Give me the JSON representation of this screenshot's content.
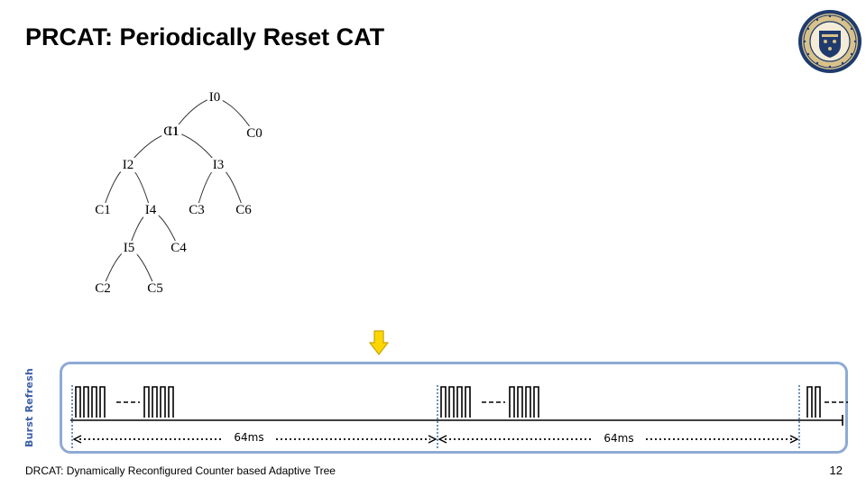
{
  "slide": {
    "title": "PRCAT: Periodically Reset CAT",
    "footer": "DRCAT: Dynamically Reconfigured Counter based Adaptive Tree",
    "page_number": "12",
    "side_label": "Burst Refresh"
  },
  "tree": {
    "nodes": [
      {
        "id": "I0",
        "label": "I0"
      },
      {
        "id": "C1-overlap",
        "label": "C1"
      },
      {
        "id": "I1-overlap",
        "label": "I1"
      },
      {
        "id": "C0",
        "label": "C0"
      },
      {
        "id": "I2",
        "label": "I2"
      },
      {
        "id": "I3",
        "label": "I3"
      },
      {
        "id": "C1",
        "label": "C1"
      },
      {
        "id": "I4",
        "label": "I4"
      },
      {
        "id": "C3",
        "label": "C3"
      },
      {
        "id": "C6",
        "label": "C6"
      },
      {
        "id": "I5",
        "label": "I5"
      },
      {
        "id": "C4",
        "label": "C4"
      },
      {
        "id": "C2",
        "label": "C2"
      },
      {
        "id": "C5",
        "label": "C5"
      }
    ],
    "edges": [
      [
        "I0",
        "I1-overlap"
      ],
      [
        "I0",
        "C0"
      ],
      [
        "I1-overlap",
        "I2"
      ],
      [
        "I1-overlap",
        "I3"
      ],
      [
        "I2",
        "C1"
      ],
      [
        "I2",
        "I4"
      ],
      [
        "I3",
        "C3"
      ],
      [
        "I3",
        "C6"
      ],
      [
        "I4",
        "I5"
      ],
      [
        "I4",
        "C4"
      ],
      [
        "I5",
        "C2"
      ],
      [
        "I5",
        "C5"
      ]
    ]
  },
  "timeline": {
    "periods": [
      {
        "label": "64ms"
      },
      {
        "label": "64ms"
      }
    ]
  },
  "colors": {
    "panel_border": "#8eaad5",
    "side_label": "#3b5ea8",
    "arrow_fill": "#ffd700",
    "arrow_stroke": "#c9a400",
    "period_marker": "#6f8fc4"
  },
  "icons": {
    "seal": "university-seal-icon",
    "arrow": "down-arrow-icon"
  }
}
